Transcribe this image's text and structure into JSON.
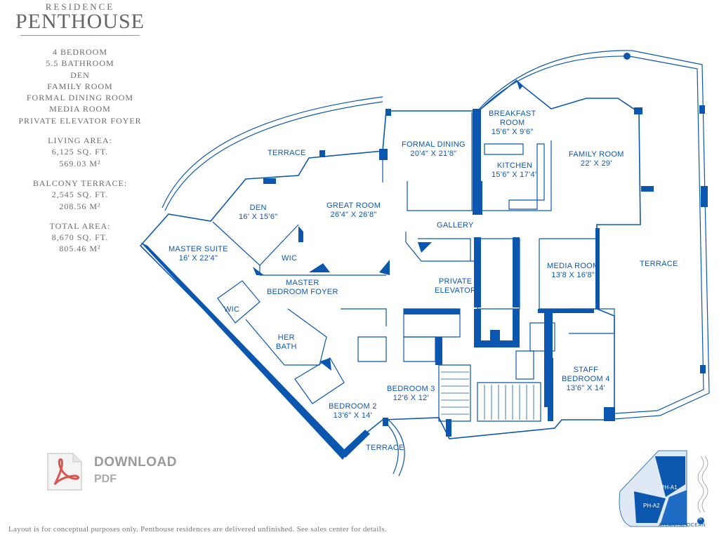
{
  "brand": {
    "sup": "RESIDENCE",
    "main": "PENTHOUSE"
  },
  "specs": {
    "features": [
      "4 BEDROOM",
      "5.5 BATHROOM",
      "DEN",
      "FAMILY ROOM",
      "FORMAL DINING ROOM",
      "MEDIA ROOM",
      "PRIVATE ELEVATOR FOYER"
    ],
    "living_label": "LIVING AREA:",
    "living_sqft": "6,125 SQ. FT.",
    "living_m2": "569.03 M²",
    "balcony_label": "BALCONY TERRACE:",
    "balcony_sqft": "2,545 SQ. FT.",
    "balcony_m2": "208.56 M²",
    "total_label": "TOTAL AREA:",
    "total_sqft": "8,670 SQ. FT.",
    "total_m2": "805.46 M²"
  },
  "rooms": {
    "terrace_top": "TERRACE",
    "formal_dining": "FORMAL DINING",
    "formal_dining_dim": "20'4\" X 21'8\"",
    "breakfast": "BREAKFAST",
    "breakfast2": "ROOM",
    "breakfast_dim": "15'6\" X 9'6\"",
    "family": "FAMILY ROOM",
    "family_dim": "22' X 29'",
    "kitchen": "KITCHEN",
    "kitchen_dim": "15'6\" X 17'4\"",
    "den": "DEN",
    "den_dim": "16' X 15'6\"",
    "great": "GREAT ROOM",
    "great_dim": "26'4\" X 26'8\"",
    "gallery": "GALLERY",
    "master_suite": "MASTER SUITE",
    "master_suite_dim": "16' X 22'4\"",
    "wic1": "WIC",
    "master_foyer": "MASTER",
    "master_foyer2": "BEDROOM FOYER",
    "private": "PRIVATE",
    "elevator": "ELEVATOR",
    "media": "MEDIA ROOM",
    "media_dim": "13'8 X 16'8\"",
    "terrace_right": "TERRACE",
    "wic2": "WIC",
    "her": "HER",
    "bath": "BATH",
    "bed3": "BEDROOM 3",
    "bed3_dim": "12'6 X 12'",
    "staff": "STAFF",
    "bed4": "BEDROOM 4",
    "bed4_dim": "13'6\" X 14'",
    "bed2": "BEDROOM 2",
    "bed2_dim": "13'6\" X 14'",
    "terrace_bottom": "TERRACE"
  },
  "download": {
    "line1": "DOWNLOAD",
    "line2": "PDF"
  },
  "disclaimer": "Layout is for conceptual purposes only. Penthouse residences are delivered unfinished. See sales center for details.",
  "keymap": {
    "unit1": "PH-A1",
    "unit2": "PH-A2",
    "ocean": "ATLANTIC OCEAN",
    "north": "N"
  },
  "colors": {
    "wall": "#0b57b0",
    "text": "#666666",
    "pdf": "#d9534f"
  }
}
